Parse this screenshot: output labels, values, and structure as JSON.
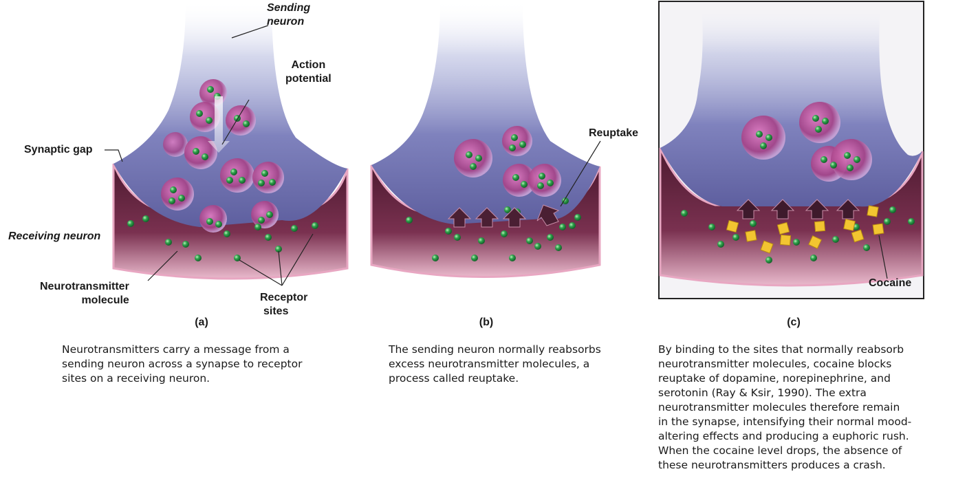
{
  "panel_a": {
    "letter": "(a)",
    "labels": {
      "sending_neuron_line1": "Sending",
      "sending_neuron_line2": "neuron",
      "action_potential_line1": "Action",
      "action_potential_line2": "potential",
      "synaptic_gap": "Synaptic gap",
      "receiving_neuron": "Receiving neuron",
      "neurotransmitter_line1": "Neurotransmitter",
      "neurotransmitter_line2": "molecule",
      "receptor_line1": "Receptor",
      "receptor_line2": "sites"
    },
    "caption_lines": [
      "Neurotransmitters carry a message from a",
      "sending neuron across a synapse to receptor",
      "sites on a receiving neuron."
    ]
  },
  "panel_b": {
    "letter": "(b)",
    "labels": {
      "reuptake": "Reuptake"
    },
    "caption_lines": [
      "The sending neuron normally reabsorbs",
      "excess neurotransmitter molecules, a",
      "process called reuptake."
    ]
  },
  "panel_c": {
    "letter": "(c)",
    "labels": {
      "cocaine": "Cocaine"
    },
    "caption_lines": [
      "By binding to the sites that normally reabsorb",
      "neurotransmitter molecules, cocaine blocks",
      "reuptake of dopamine, norepinephrine, and",
      "serotonin (Ray & Ksir, 1990). The extra",
      "neurotransmitter molecules therefore remain",
      "in the synapse, intensifying their normal mood-",
      "altering effects and producing a euphoric rush.",
      "When the cocaine level drops, the absence of",
      "these neurotransmitters produces a crash."
    ]
  },
  "colors": {
    "sending_neuron": "#6f70b0",
    "receiving_neuron": "#6b2a45",
    "membrane": "#e7a9c4",
    "vesicle": "#b34c93",
    "neurotransmitter": "#2fa24c",
    "cocaine": "#f2c531",
    "frame": "#222222"
  }
}
